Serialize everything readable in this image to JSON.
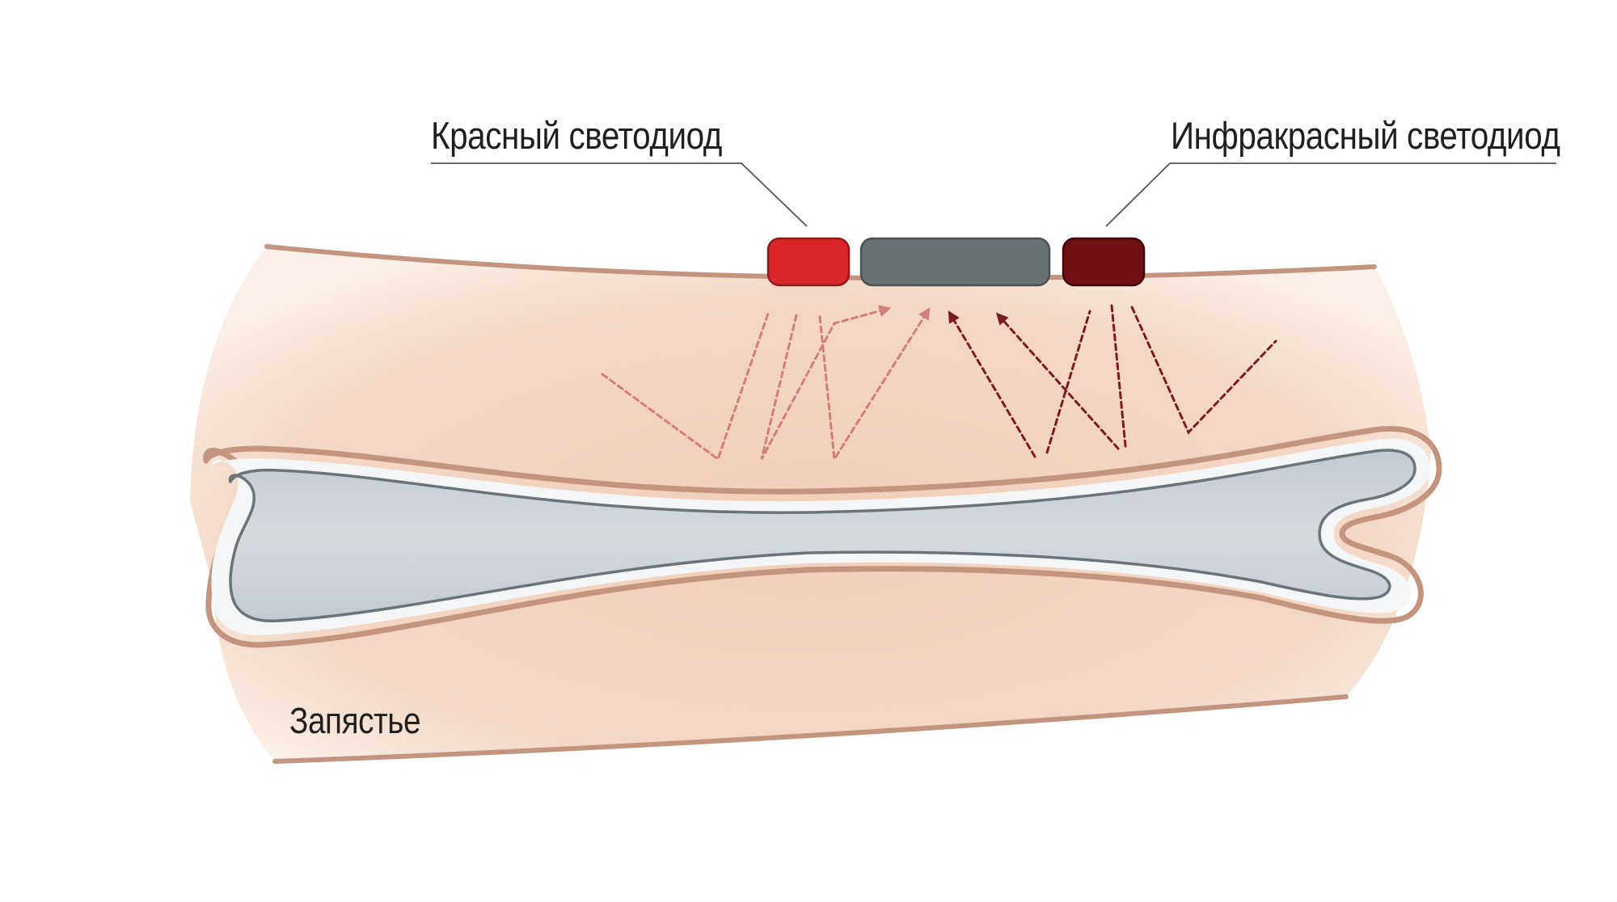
{
  "labels": {
    "red_led": "Красный светодиод",
    "ir_led": "Инфракрасный светодиод",
    "wrist": "Запястье"
  },
  "colors": {
    "background": "#ffffff",
    "skin": "#f3d4c0",
    "skin_outline": "#c4957e",
    "bone": "#c9cfd4",
    "bone_outline": "#6b7478",
    "red_led": "#d9262a",
    "sensor": "#687174",
    "ir_led": "#6e0f12",
    "red_light_path": "#d07f7a",
    "ir_light_path": "#7a1c22"
  }
}
